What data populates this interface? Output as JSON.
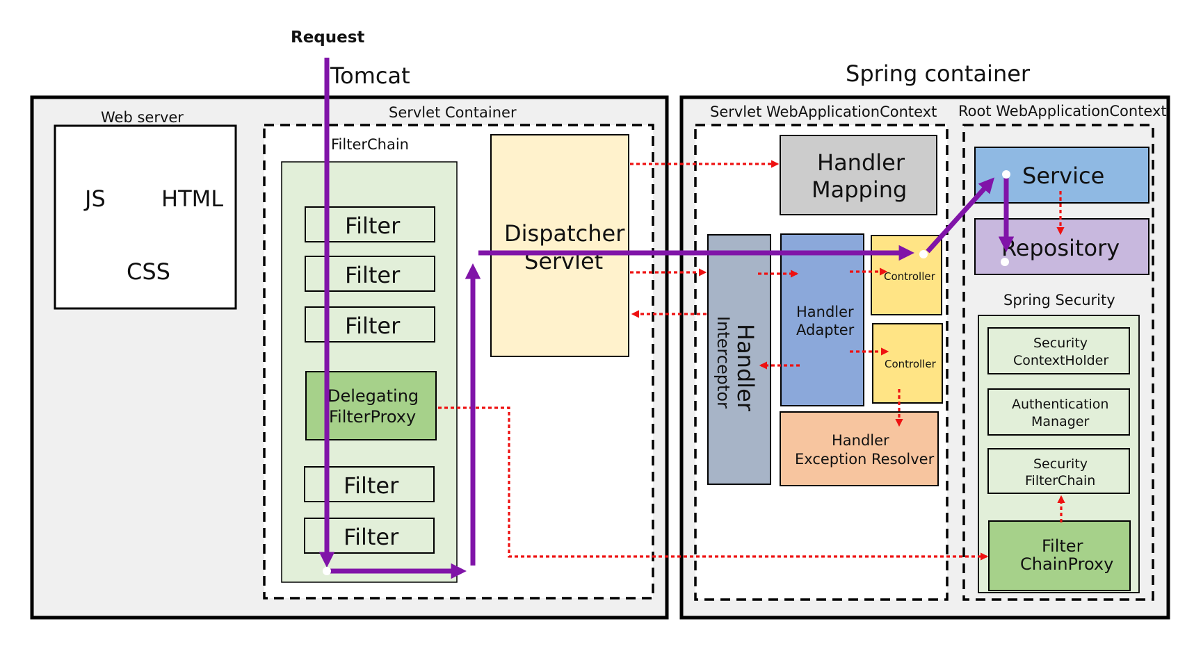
{
  "labels": {
    "request": "Request",
    "tomcat": "Tomcat",
    "spring_container": "Spring container",
    "web_server": "Web server",
    "js": "JS",
    "html": "HTML",
    "css": "CSS",
    "servlet_container": "Servlet Container",
    "filterchain": "FilterChain",
    "filter": "Filter",
    "delegating_1": "Delegating",
    "delegating_2": "FilterProxy",
    "dispatcher_1": "Dispatcher",
    "dispatcher_2": "Servlet",
    "servlet_wac": "Servlet WebApplicationContext",
    "root_wac": "Root WebApplicationContext",
    "handler_mapping_1": "Handler",
    "handler_mapping_2": "Mapping",
    "handler_interceptor_1": "Handler",
    "handler_interceptor_2": "Interceptor",
    "handler_adapter_1": "Handler",
    "handler_adapter_2": "Adapter",
    "controller": "Controller",
    "exception_resolver_1": "Handler",
    "exception_resolver_2": "Exception Resolver",
    "service": "Service",
    "repository": "Repository",
    "spring_security": "Spring Security",
    "security_context_1": "Security",
    "security_context_2": "ContextHolder",
    "auth_manager_1": "Authentication",
    "auth_manager_2": "Manager",
    "security_filterchain_1": "Security",
    "security_filterchain_2": "FilterChain",
    "filter_chain_proxy_1": "Filter",
    "filter_chain_proxy_2": "ChainProxy"
  },
  "colors": {
    "flow_arrow": "#8014a8",
    "dotted_arrow": "#ee1111",
    "panel_bg": "#f0f0f0",
    "filterchain_bg": "#e2efd9",
    "delegating": "#a6d18a",
    "dispatcher": "#fff2cc",
    "handler_mapping": "#cccccc",
    "handler_interceptor": "#a7b4c7",
    "handler_adapter": "#8ba8da",
    "controller": "#ffe485",
    "exception_resolver": "#f7c59f",
    "service": "#8fb9e3",
    "repository": "#c8b8de",
    "security_bg": "#e2efd9",
    "filter_chain_proxy": "#a6d18a"
  }
}
